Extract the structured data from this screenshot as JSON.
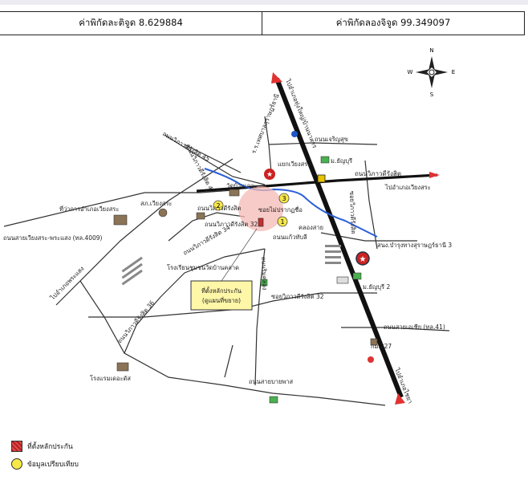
{
  "header": {
    "latitude": "ค่าพิกัดละติจูด 8.629884",
    "longitude": "ค่าพิกัดลองจิจูด 99.349097"
  },
  "compass": {
    "n": "N",
    "s": "S",
    "e": "E",
    "w": "W"
  },
  "labels": {
    "to_nabon": "ไปอำเภอทุ่งใหญ่/บ้านนาสาร",
    "charoen_rd": "ถนนเจริญสุข",
    "wipawadee45": "ถนนวิภาวดีรังสิต 45",
    "wipawadee47": "ถนนวิภาวดีรังสิต 47",
    "sirattanakhet": "ร.ร.เทศบาลสุราษฎร์ธานี",
    "yaek_wiangsa": "แยกเวียงสระ",
    "thanyaburi": "ม.ธัญบุรี",
    "wipawadee_main": "ถนนวิภาวดีรังสิต",
    "to_wiangsa": "ไปอำเภอเวียงสระ",
    "district_office": "ที่ว่าการอำเภอเวียงสระ",
    "police": "สภ.เวียงสระ",
    "wat": "วัดบ้านเกาะ",
    "soi_mai": "ซอยไม่ปรากฏชื่อ",
    "wipawadee_mid": "ถนนวิภาวดีรังสิต",
    "wipawadee32": "ถนนวิภาวดีรังสิต 32",
    "klong": "คลองสาย",
    "phrasaeng_rd": "ถนนสายเวียงสระ-พระแสง (ทล.4009)",
    "wipawadee34": "ถนนวิภาวดีรังสิต 34",
    "rimkhlong": "ถนนริมคลอง",
    "rimthang": "ถนนแก้วทับลี",
    "sangkhom": "ถนนวิภาวดีรังสิต 3",
    "sk_surat": "สนง.บำรุงทางสุราษฎร์ธานี 3",
    "to_phrasaeng": "ไปอำเภอพระแสง",
    "school": "โรงเรียนชุมชนวัดบ้านคลาด",
    "property": "ที่ตั้งหลักประกัน",
    "property_sub": "(ดูแผนที่ขยาย)",
    "thanyaburi2": "ม.ธัญบุรี 2",
    "wipawadee32b": "ซอยวิภาวดีรังสิต 32",
    "wipawadee36": "ถนนวิภาวดีรังสิต 36",
    "chiangrai_rd": "ถนนสายเอเชีย (ทล.41)",
    "km": "กม.227",
    "hotel": "โรงแรมเดอะดัส",
    "bypass": "ถนนสายบายพาส",
    "to_chaiya": "ไปอำเภอไชยา",
    "wipawadee_east": "ซอยวิภาวดีรังสิต",
    "pt1": "1",
    "pt2": "2",
    "pt3": "3"
  },
  "legend": {
    "property": "ที่ตั้งหลักประกัน",
    "compare": "ข้อมูลเปรียบเทียบ"
  },
  "colors": {
    "highway": "#1a1a1a",
    "river": "#2a5fd6",
    "marker_yellow": "#f7e84a",
    "highlight": "#f4b9b4",
    "property_box": "#fff7a8"
  }
}
